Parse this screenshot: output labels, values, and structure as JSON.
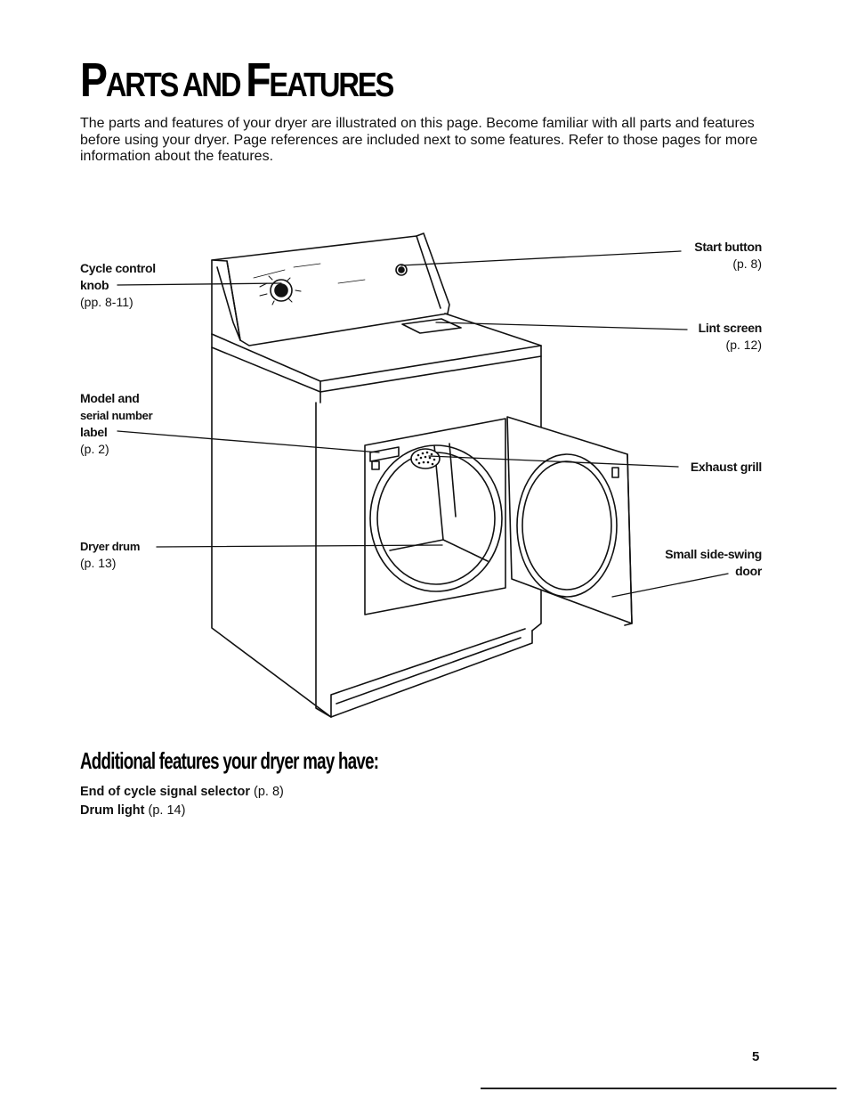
{
  "page": {
    "title_parts": [
      "P",
      "ARTS AND ",
      "F",
      "EATURES"
    ],
    "intro": "The parts and features of your dryer are illustrated on this page. Become familiar with all parts and features before using your dryer. Page references are included next to some features. Refer to those pages for more information about the features.",
    "page_number": "5"
  },
  "callouts": {
    "cycle_control": {
      "line1": "Cycle control",
      "line2": "knob",
      "ref": "(pp. 8-11)"
    },
    "model_serial": {
      "line1": "Model and",
      "line2": "serial number",
      "line3": "label",
      "ref": "(p. 2)"
    },
    "dryer_drum": {
      "label": "Dryer drum",
      "ref": "(p. 13)"
    },
    "start_button": {
      "label": "Start button",
      "ref": "(p. 8)"
    },
    "lint_screen": {
      "label": "Lint screen",
      "ref": "(p. 12)"
    },
    "exhaust_grill": {
      "label": "Exhaust grill"
    },
    "side_door": {
      "line1": "Small side-swing",
      "line2": "door"
    }
  },
  "additional": {
    "heading": "Additional features your dryer may have:",
    "items": [
      {
        "label": "End of cycle signal selector",
        "ref": "(p. 8)"
      },
      {
        "label": "Drum light",
        "ref": "(p. 14)"
      }
    ]
  }
}
